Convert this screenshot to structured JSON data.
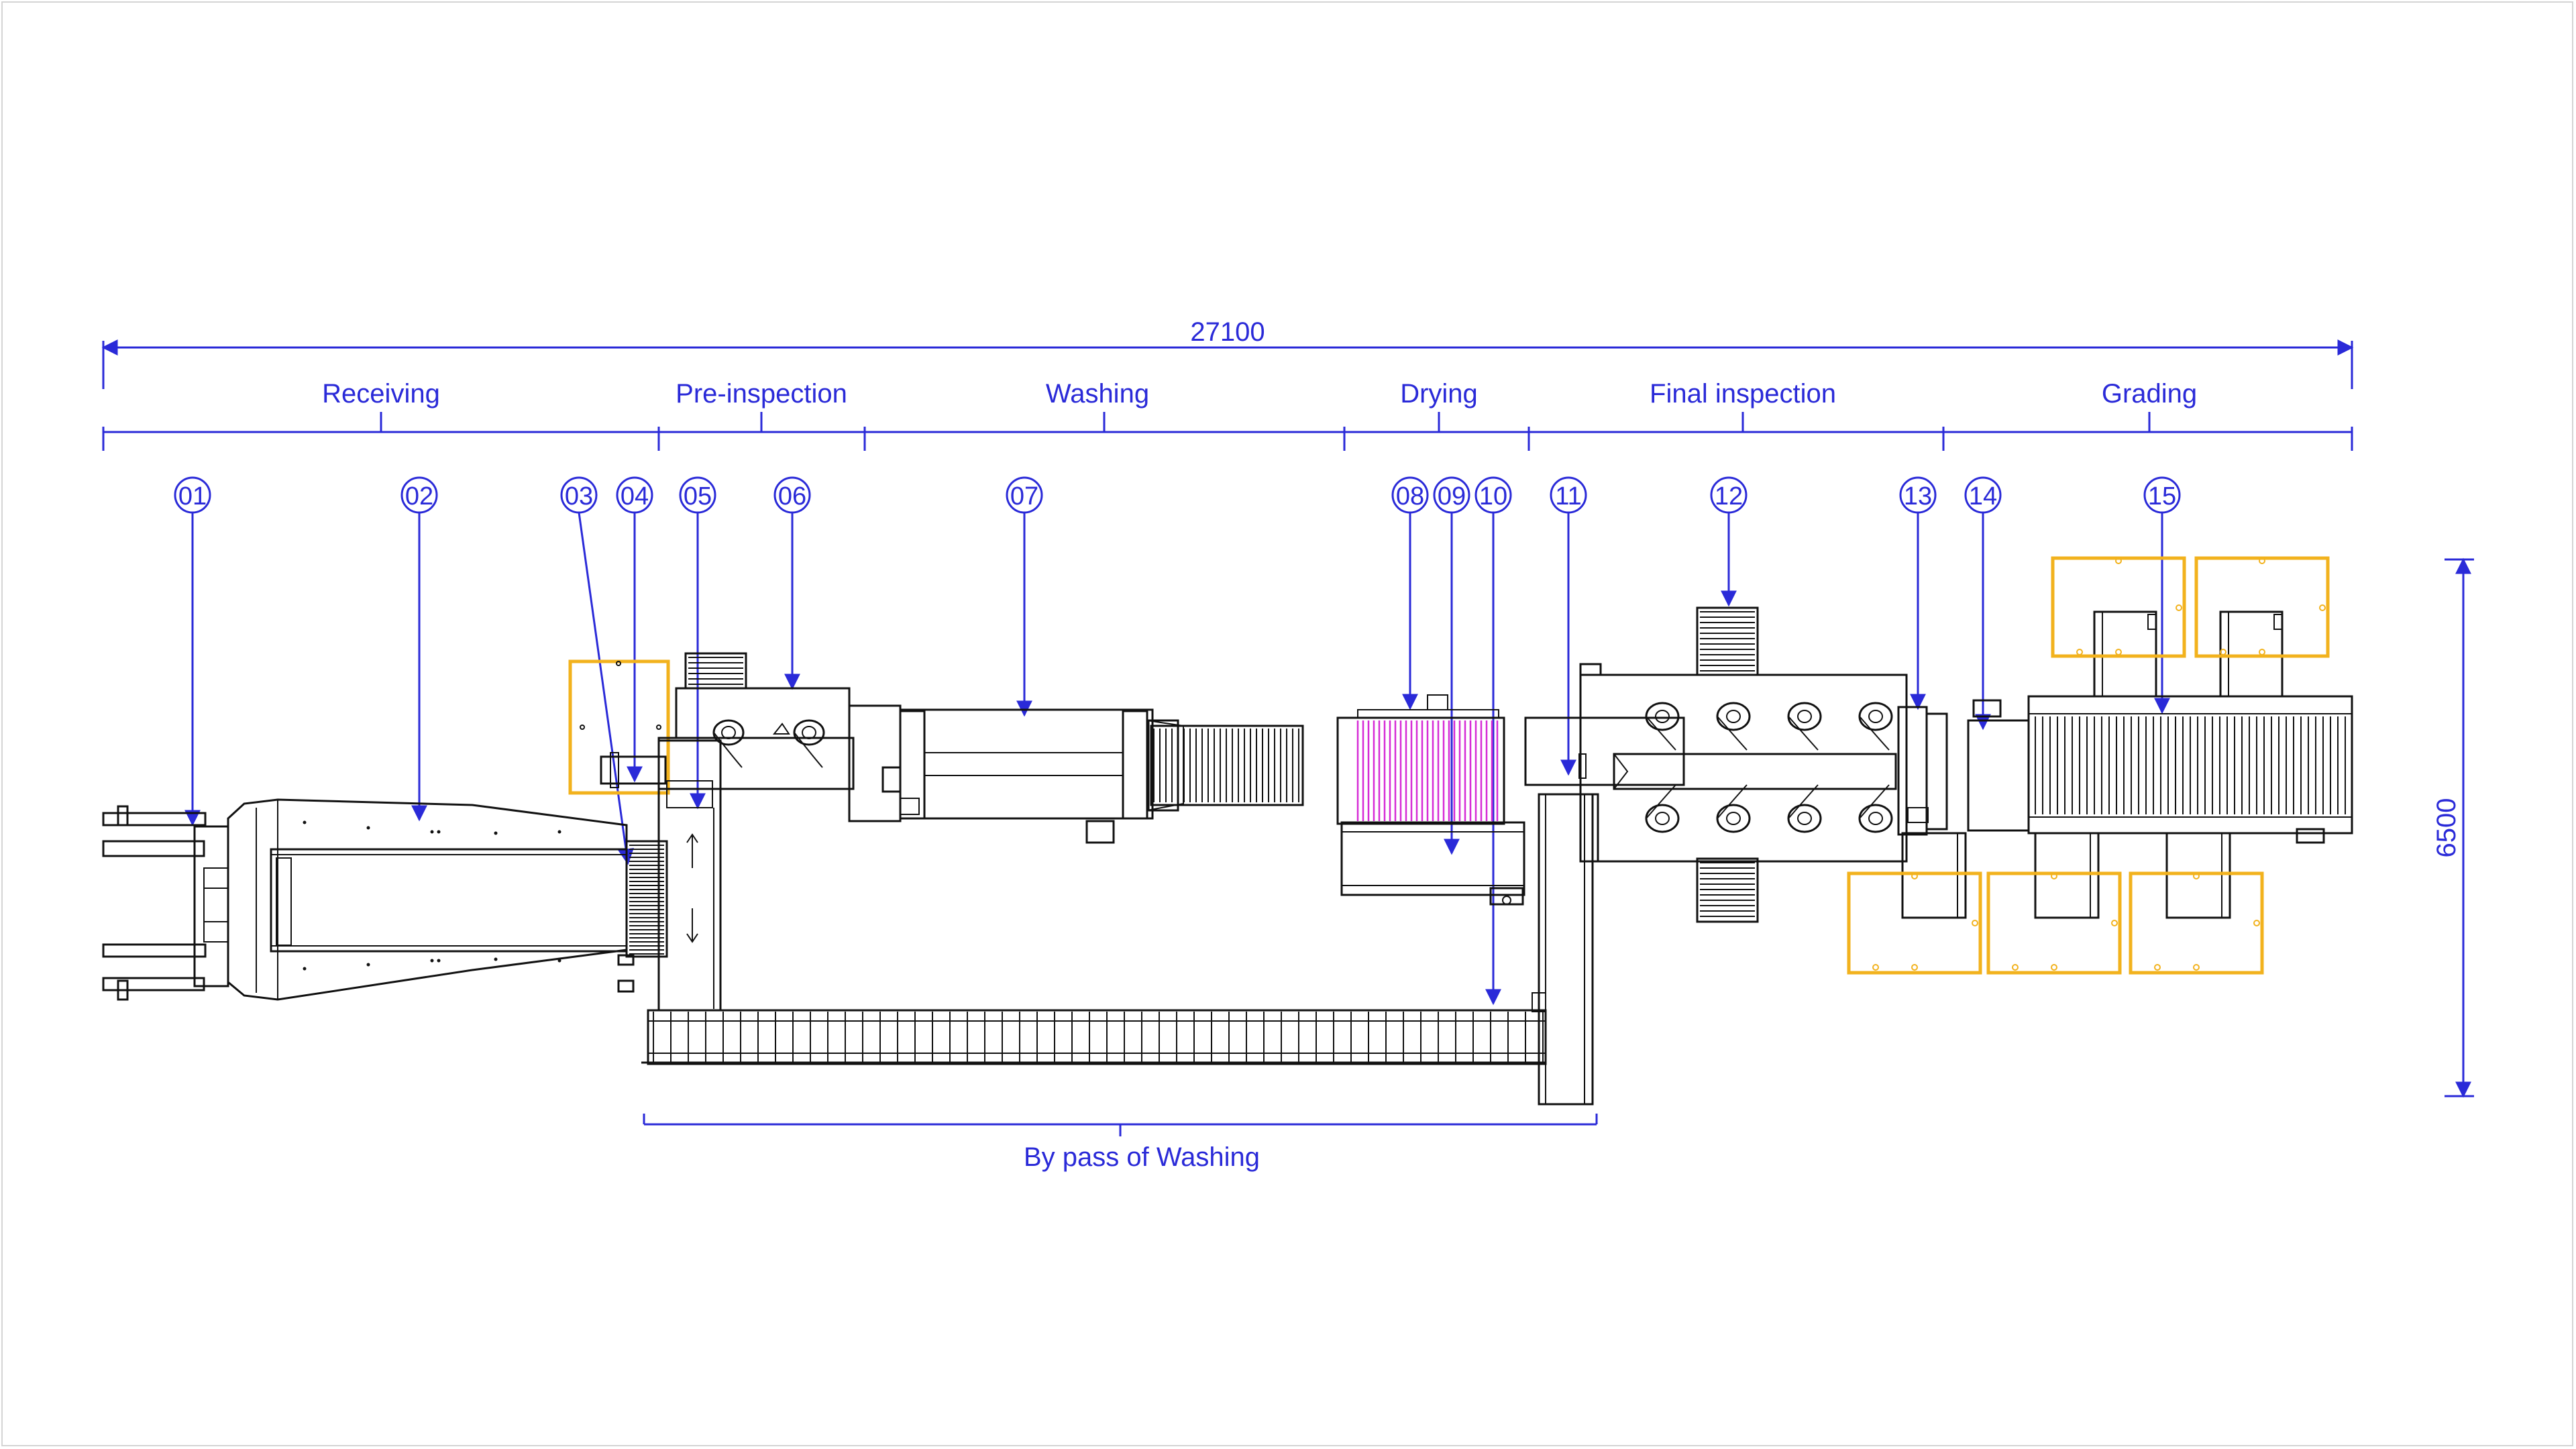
{
  "dimensions": {
    "overall_length": "27100",
    "overall_width": "6500"
  },
  "sections": [
    {
      "label": "Receiving"
    },
    {
      "label": "Pre-inspection"
    },
    {
      "label": "Washing"
    },
    {
      "label": "Drying"
    },
    {
      "label": "Final inspection"
    },
    {
      "label": "Grading"
    }
  ],
  "bypass": {
    "label": "By pass of Washing"
  },
  "callouts": [
    "01",
    "02",
    "03",
    "04",
    "05",
    "06",
    "07",
    "08",
    "09",
    "10",
    "11",
    "12",
    "13",
    "14",
    "15"
  ],
  "colors": {
    "dimension": "#2a2ad8",
    "equipment": "#111111",
    "bin_outline": "#f2b21d",
    "dryer_slats": "#d62bd6",
    "frame_border": "#d4d4d4"
  }
}
